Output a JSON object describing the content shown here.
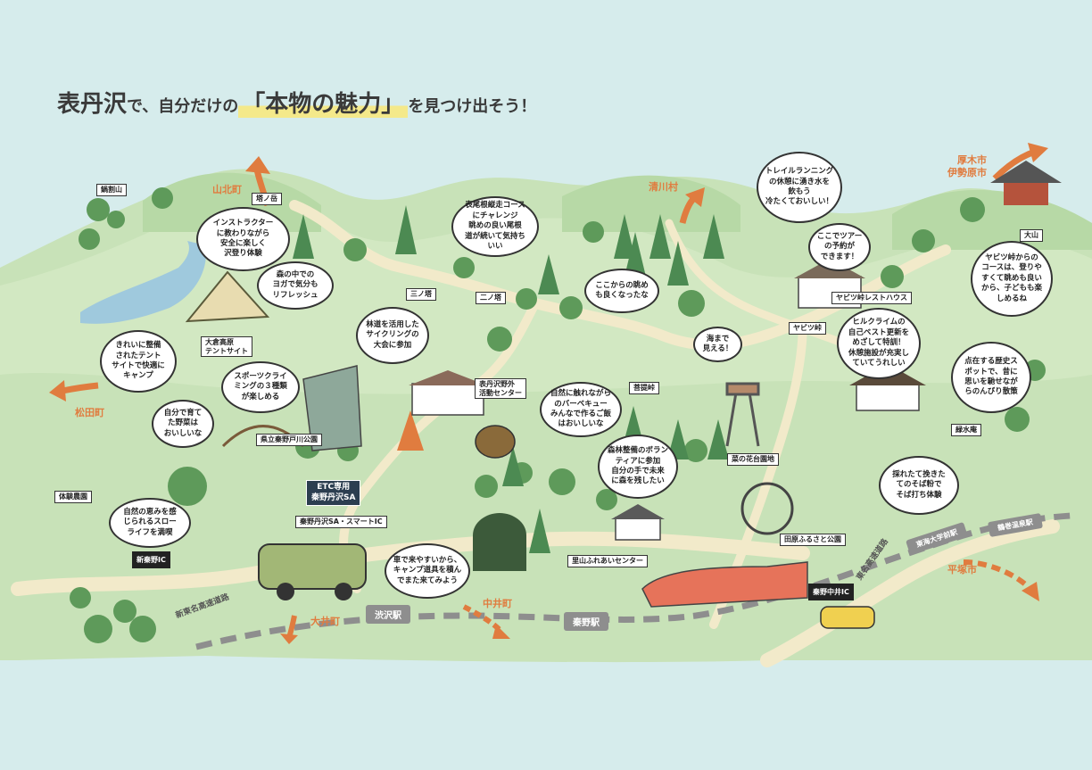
{
  "title": {
    "part1": "表丹沢",
    "part2": "で、自分だけの",
    "part3": "「本物の魅力」",
    "part4": "を見つけ出そう！"
  },
  "towns": {
    "yamakita": "山北町",
    "kiyokawa": "清川村",
    "atsugi": "厚木市\n伊勢原市",
    "matsuda": "松田町",
    "oi": "大井町",
    "nakai": "中井町",
    "hiratsuka": "平塚市"
  },
  "labels": {
    "nabewariyama": "鍋割山",
    "tonodake": "塔ノ岳",
    "sannotou": "三ノ塔",
    "ninotou": "二ノ塔",
    "ookura": "大倉高原\nテントサイト",
    "tobeyama": "県立秦野戸川公園",
    "taikennouen": "体験農園",
    "center": "表丹沢野外\n活動センター",
    "sgatake": "菩提峠",
    "yabitsu_rest": "ヤビツ峠レストハウス",
    "yabitsu": "ヤビツ峠",
    "oyama": "大山",
    "hananooka": "菜の花台園地",
    "midorisuian": "緑水庵",
    "satoyama": "里山ふれあいセンター",
    "tahara": "田原ふるさと公園",
    "sa": "秦野丹沢SA・スマートIC",
    "shintomei": "新東名高速道路",
    "tomei": "東名高速道路"
  },
  "stations": {
    "shibusawa": "渋沢駅",
    "hadano": "秦野駅",
    "tokaidai": "東海大学前駅",
    "tsurumaki": "鶴巻温泉駅"
  },
  "signs": {
    "shinhadano": "新秦野IC",
    "hadanonakai": "秦野中井IC",
    "etc_top": "ETC専用",
    "etc_bottom": "秦野丹沢SA"
  },
  "bubbles": {
    "climbing": "インストラクター\nに教わりながら\n安全に楽しく\n沢登り体験",
    "yoga": "森の中での\nヨガで気分も\nリフレッシュ",
    "ridge": "表尾根縦走コース\nにチャレンジ\n眺めの良い尾根\n道が続いて気持ち\nいい",
    "trailrun": "トレイルランニング\nの休憩に湧き水を\n飲もう\n冷たくておいしい！",
    "tour": "ここでツアー\nの予約が\nできます！",
    "yabitsu_course": "ヤビツ峠からの\nコースは、登りや\nすくて眺めも良い\nから、子どもも楽\nしめるね",
    "view": "ここからの眺め\nも良くなったな",
    "camp": "きれいに整備\nされたテント\nサイトで快適に\nキャンプ",
    "cycling": "林道を活用した\nサイクリングの\n大会に参加",
    "sea": "海まで\n見える！",
    "hillclimb": "ヒルクライムの\n自己ベスト更新を\nめざして特訓！\n休憩施設が充実し\nていてうれしい",
    "sportclimb": "スポーツクライ\nミングの３種類\nが楽しめる",
    "vegetables": "自分で育て\nた野菜は\nおいしいな",
    "bbq": "自然に触れながら\nのバーベキュー\nみんなで作るご飯\nはおいしいな",
    "history": "点在する歴史ス\nポットで、昔に\n思いを馳せなが\nらのんびり散策",
    "volunteer": "森林整備のボラン\nティアに参加\n自分の手で未来\nに森を残したい",
    "slowlife": "自然の恵みを感\nじられるスロー\nライフを満喫",
    "soba": "採れたて挽きた\nてのそば粉で\nそば打ち体験",
    "car": "車で来やすいから、\nキャンプ道具を積ん\nでまた来てみよう"
  },
  "colors": {
    "sky": "#d6ecec",
    "land": "#c8e2b8",
    "land_light": "#dcedcc",
    "road": "#f2eaca",
    "accent": "#e07c3f",
    "highlight": "#f4e98a",
    "tree": "#5e9a5a",
    "train": "#e6735a"
  }
}
